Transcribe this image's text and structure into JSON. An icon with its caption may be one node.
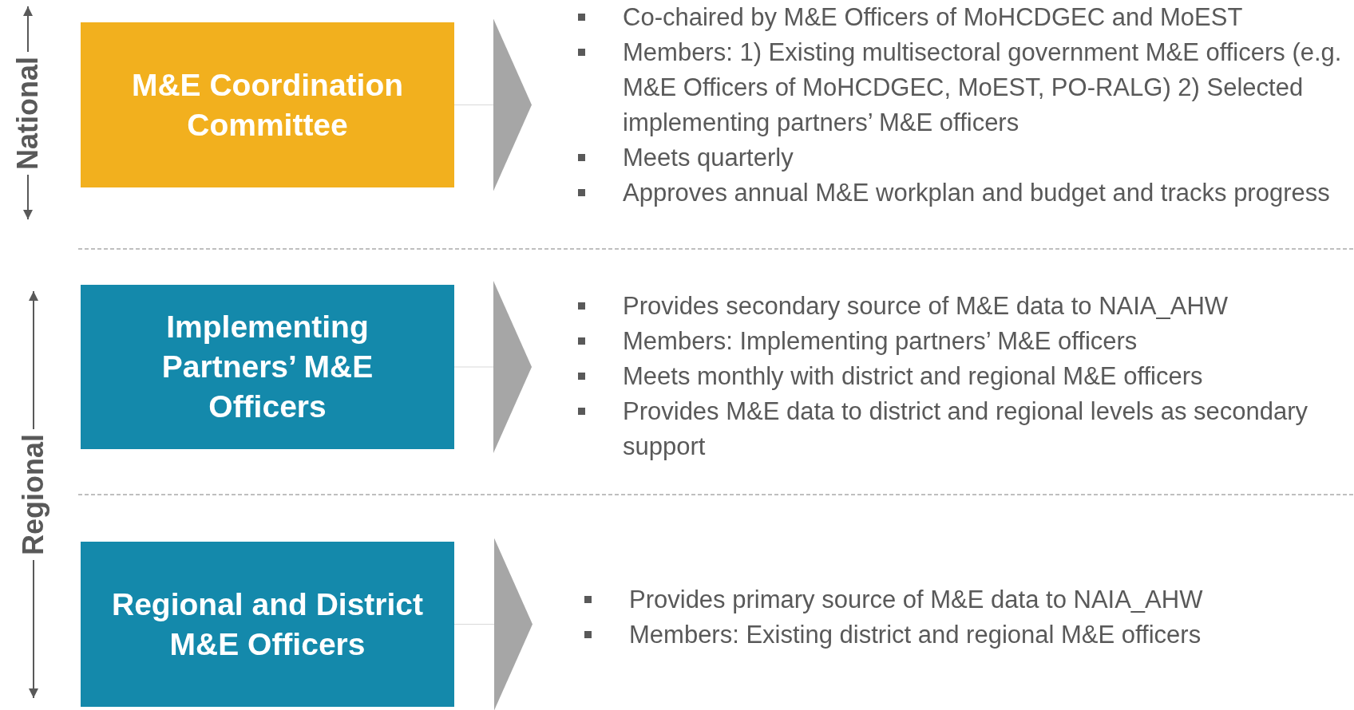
{
  "diagram": {
    "nodes": [
      {
        "text": [
          "M&E Coordination Committee"
        ]
      },
      {
        "text": [
          "Co-chaired by M&E Officers of MoHCDGEC and MoEST",
          "Members: 1) Existing multisectoral government M&E officers (e.g. M&E Officers of MoHCDGEC, MoEST, PO-RALG) 2) Selected implementing partners’ M&E officers",
          "Meets quarterly",
          "Approves annual M&E workplan and budget and tracks progress"
        ]
      },
      {
        "text": [
          "Implementing Partners’ M&E Officers"
        ]
      },
      {
        "text": [
          "Provides secondary source of M&E data to NAIA_AHW",
          "Members: Implementing partners’ M&E officers",
          "Meets monthly with district and regional M&E officers",
          "Provides M&E data to district and regional levels as secondary support"
        ]
      },
      {
        "text": [
          "Regional and District M&E Officers"
        ]
      },
      {
        "text": [
          "Provides primary source of M&E data to NAIA_AHW",
          "Members: Existing district and regional M&E officers"
        ]
      }
    ],
    "edges": [
      {
        "from": 0,
        "to": 1,
        "arrow": "to"
      },
      {
        "from": 2,
        "to": 3,
        "arrow": "to"
      },
      {
        "from": 4,
        "to": 5,
        "arrow": "to"
      }
    ],
    "labels": [
      "National",
      "Regional"
    ]
  }
}
